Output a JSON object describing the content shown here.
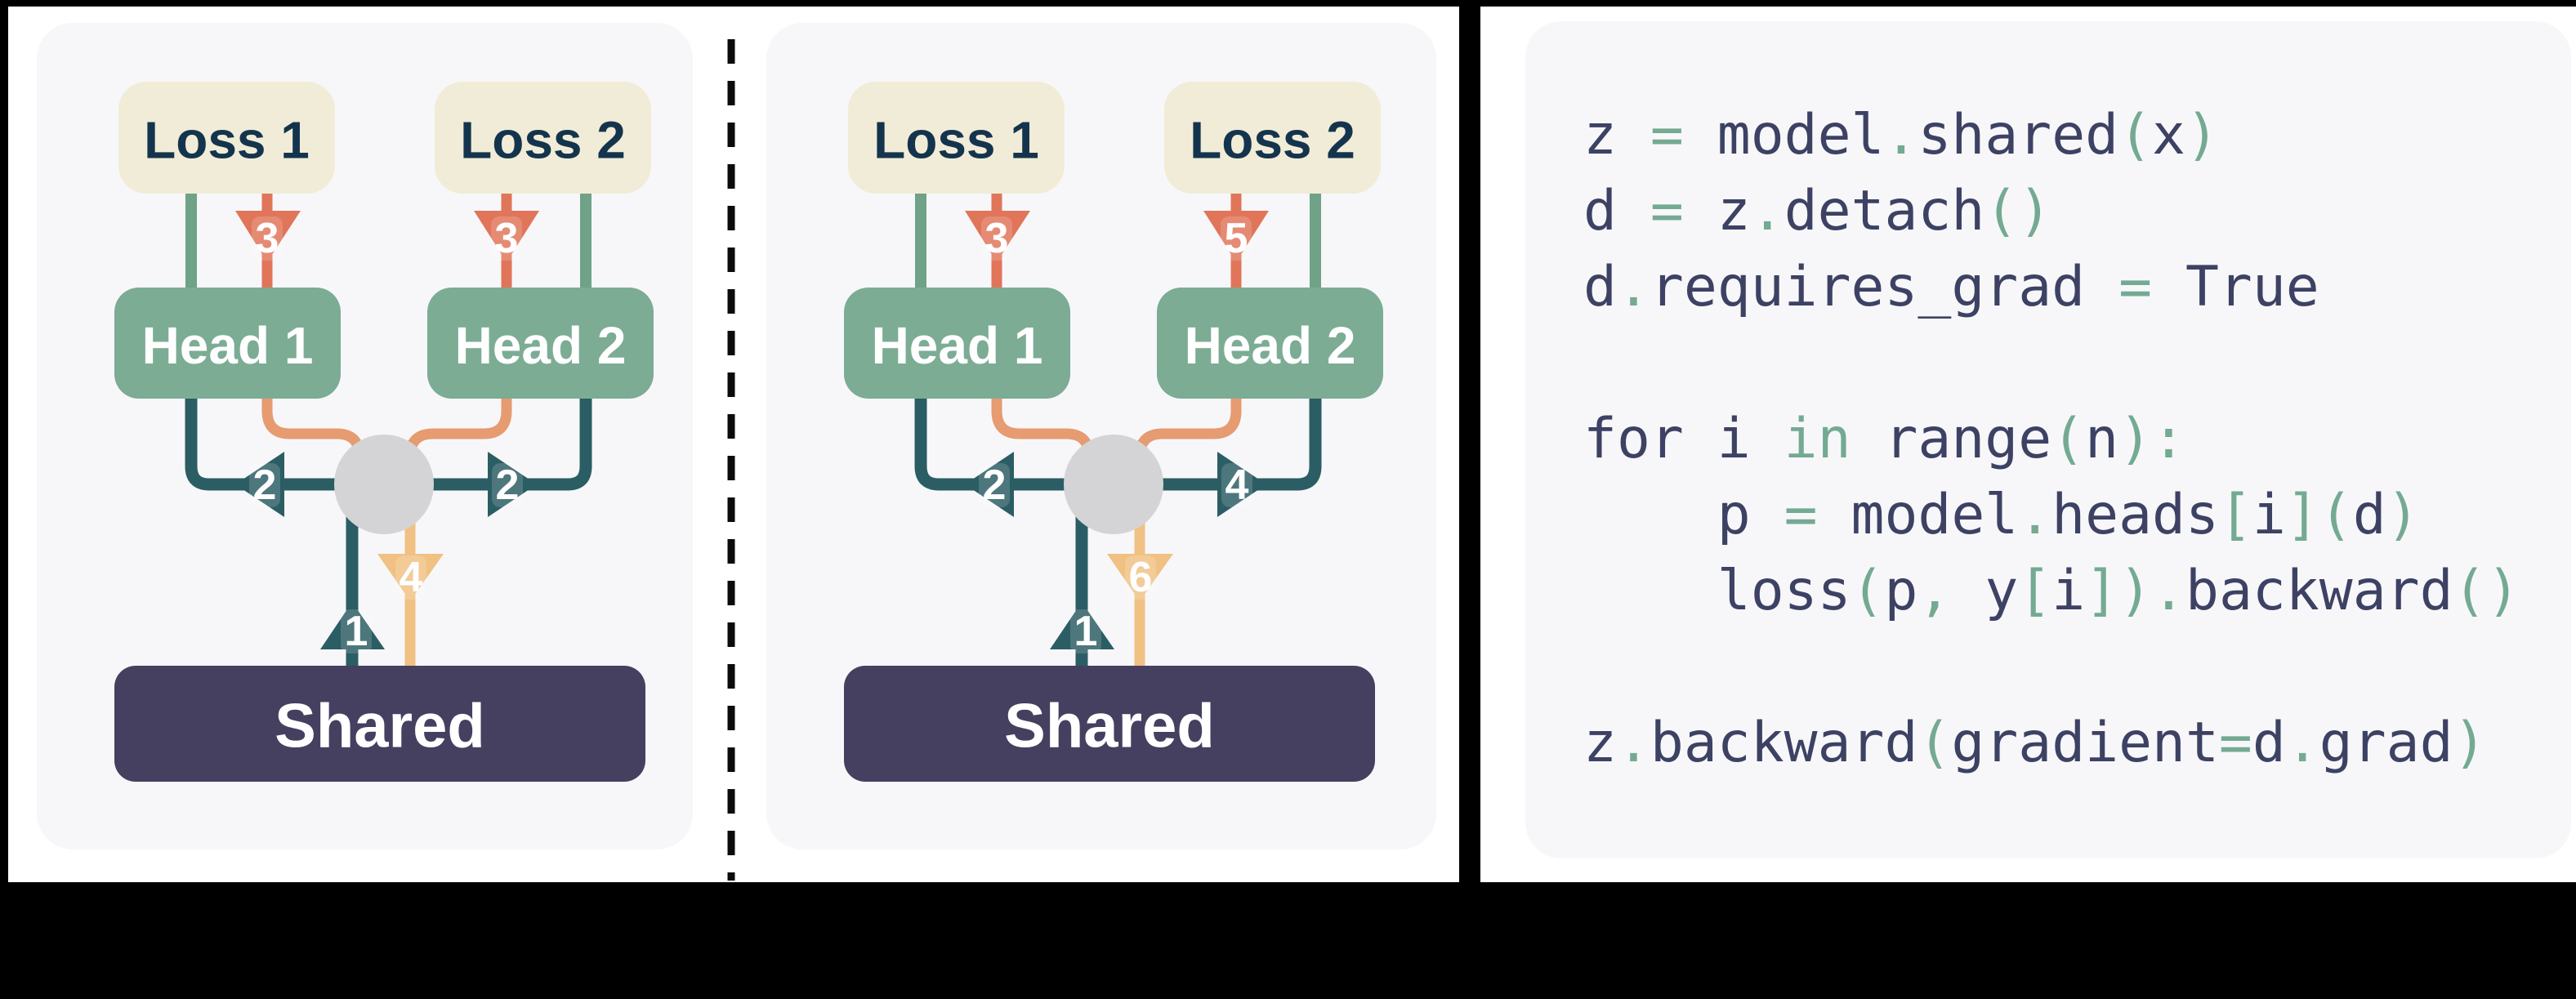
{
  "panels": {
    "left": {
      "loss1": "Loss 1",
      "loss2": "Loss 2",
      "head1": "Head 1",
      "head2": "Head 2",
      "shared": "Shared",
      "steps": {
        "shared_forward": "1",
        "head1_forward": "2",
        "head2_forward": "2",
        "loss1_backward": "3",
        "loss2_backward": "3",
        "shared_backward": "4"
      }
    },
    "middle": {
      "loss1": "Loss 1",
      "loss2": "Loss 2",
      "head1": "Head 1",
      "head2": "Head 2",
      "shared": "Shared",
      "steps": {
        "shared_forward": "1",
        "head1_forward": "2",
        "loss1_backward": "3",
        "head2_forward": "4",
        "loss2_backward": "5",
        "shared_backward": "6"
      }
    }
  },
  "code": {
    "lines": [
      [
        {
          "t": "z ",
          "c": "n"
        },
        {
          "t": "= ",
          "c": "g"
        },
        {
          "t": "model",
          "c": "n"
        },
        {
          "t": ".",
          "c": "g"
        },
        {
          "t": "shared",
          "c": "n"
        },
        {
          "t": "(",
          "c": "g"
        },
        {
          "t": "x",
          "c": "n"
        },
        {
          "t": ")",
          "c": "g"
        }
      ],
      [
        {
          "t": "d ",
          "c": "n"
        },
        {
          "t": "= ",
          "c": "g"
        },
        {
          "t": "z",
          "c": "n"
        },
        {
          "t": ".",
          "c": "g"
        },
        {
          "t": "detach",
          "c": "n"
        },
        {
          "t": "()",
          "c": "g"
        }
      ],
      [
        {
          "t": "d",
          "c": "n"
        },
        {
          "t": ".",
          "c": "g"
        },
        {
          "t": "requires_grad ",
          "c": "n"
        },
        {
          "t": "= ",
          "c": "g"
        },
        {
          "t": "True",
          "c": "n"
        }
      ],
      [],
      [
        {
          "t": "for i ",
          "c": "n"
        },
        {
          "t": "in ",
          "c": "g"
        },
        {
          "t": "range",
          "c": "n"
        },
        {
          "t": "(",
          "c": "g"
        },
        {
          "t": "n",
          "c": "n"
        },
        {
          "t": "):",
          "c": "g"
        }
      ],
      [
        {
          "t": "    p ",
          "c": "n"
        },
        {
          "t": "= ",
          "c": "g"
        },
        {
          "t": "model",
          "c": "n"
        },
        {
          "t": ".",
          "c": "g"
        },
        {
          "t": "heads",
          "c": "n"
        },
        {
          "t": "[",
          "c": "g"
        },
        {
          "t": "i",
          "c": "n"
        },
        {
          "t": "](",
          "c": "g"
        },
        {
          "t": "d",
          "c": "n"
        },
        {
          "t": ")",
          "c": "g"
        }
      ],
      [
        {
          "t": "    loss",
          "c": "n"
        },
        {
          "t": "(",
          "c": "g"
        },
        {
          "t": "p",
          "c": "n"
        },
        {
          "t": ", ",
          "c": "g"
        },
        {
          "t": "y",
          "c": "n"
        },
        {
          "t": "[",
          "c": "g"
        },
        {
          "t": "i",
          "c": "n"
        },
        {
          "t": "]).",
          "c": "g"
        },
        {
          "t": "backward",
          "c": "n"
        },
        {
          "t": "()",
          "c": "g"
        }
      ],
      [],
      [
        {
          "t": "z",
          "c": "n"
        },
        {
          "t": ".",
          "c": "g"
        },
        {
          "t": "backward",
          "c": "n"
        },
        {
          "t": "(",
          "c": "g"
        },
        {
          "t": "gradient",
          "c": "n"
        },
        {
          "t": "=",
          "c": "g"
        },
        {
          "t": "d",
          "c": "n"
        },
        {
          "t": ".",
          "c": "g"
        },
        {
          "t": "grad",
          "c": "n"
        },
        {
          "t": ")",
          "c": "g"
        }
      ]
    ]
  },
  "colors": {
    "panel_bg": "#f7f7f9",
    "cream": "#f1ecd7",
    "loss_text_navy": "#14344d",
    "head_green": "#7cac94",
    "shared_navy": "#453f60",
    "sage_stem": "#6fa287",
    "teal": "#2b5d64",
    "red": "#e0755a",
    "orange": "#e69b70",
    "yellow": "#f0c183",
    "circle_gray": "#d4d4d6",
    "code_text": "#3d4264",
    "code_accent": "#74aa92",
    "divider": "#0b0b0b"
  }
}
